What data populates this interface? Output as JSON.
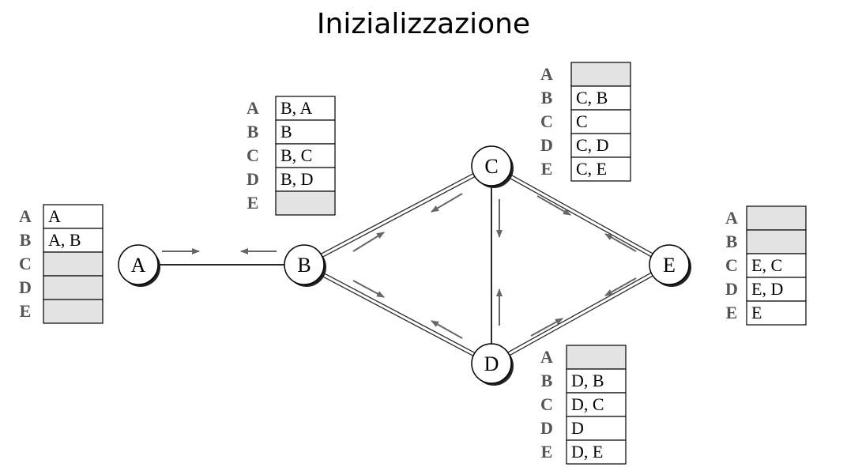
{
  "title": "Inizializzazione",
  "colors": {
    "empty_cell": "#e3e3e3",
    "line": "#2a2a2a",
    "arrow": "#666666"
  },
  "nodes": [
    {
      "id": "A",
      "label": "A"
    },
    {
      "id": "B",
      "label": "B"
    },
    {
      "id": "C",
      "label": "C"
    },
    {
      "id": "D",
      "label": "D"
    },
    {
      "id": "E",
      "label": "E"
    }
  ],
  "links": [
    {
      "from": "A",
      "to": "B"
    },
    {
      "from": "B",
      "to": "C"
    },
    {
      "from": "B",
      "to": "D"
    },
    {
      "from": "C",
      "to": "D"
    },
    {
      "from": "C",
      "to": "E"
    },
    {
      "from": "D",
      "to": "E"
    }
  ],
  "tables": [
    {
      "node": "A",
      "rows": [
        {
          "dest": "A",
          "value": "A"
        },
        {
          "dest": "B",
          "value": "A, B"
        },
        {
          "dest": "C",
          "value": ""
        },
        {
          "dest": "D",
          "value": ""
        },
        {
          "dest": "E",
          "value": ""
        }
      ]
    },
    {
      "node": "B",
      "rows": [
        {
          "dest": "A",
          "value": "B, A"
        },
        {
          "dest": "B",
          "value": "B"
        },
        {
          "dest": "C",
          "value": "B, C"
        },
        {
          "dest": "D",
          "value": "B, D"
        },
        {
          "dest": "E",
          "value": ""
        }
      ]
    },
    {
      "node": "C",
      "rows": [
        {
          "dest": "A",
          "value": ""
        },
        {
          "dest": "B",
          "value": "C, B"
        },
        {
          "dest": "C",
          "value": "C"
        },
        {
          "dest": "D",
          "value": "C, D"
        },
        {
          "dest": "E",
          "value": "C, E"
        }
      ]
    },
    {
      "node": "D",
      "rows": [
        {
          "dest": "A",
          "value": ""
        },
        {
          "dest": "B",
          "value": "D, B"
        },
        {
          "dest": "C",
          "value": "D, C"
        },
        {
          "dest": "D",
          "value": "D"
        },
        {
          "dest": "E",
          "value": "D, E"
        }
      ]
    },
    {
      "node": "E",
      "rows": [
        {
          "dest": "A",
          "value": ""
        },
        {
          "dest": "B",
          "value": ""
        },
        {
          "dest": "C",
          "value": "E, C"
        },
        {
          "dest": "D",
          "value": "E, D"
        },
        {
          "dest": "E",
          "value": "E"
        }
      ]
    }
  ]
}
